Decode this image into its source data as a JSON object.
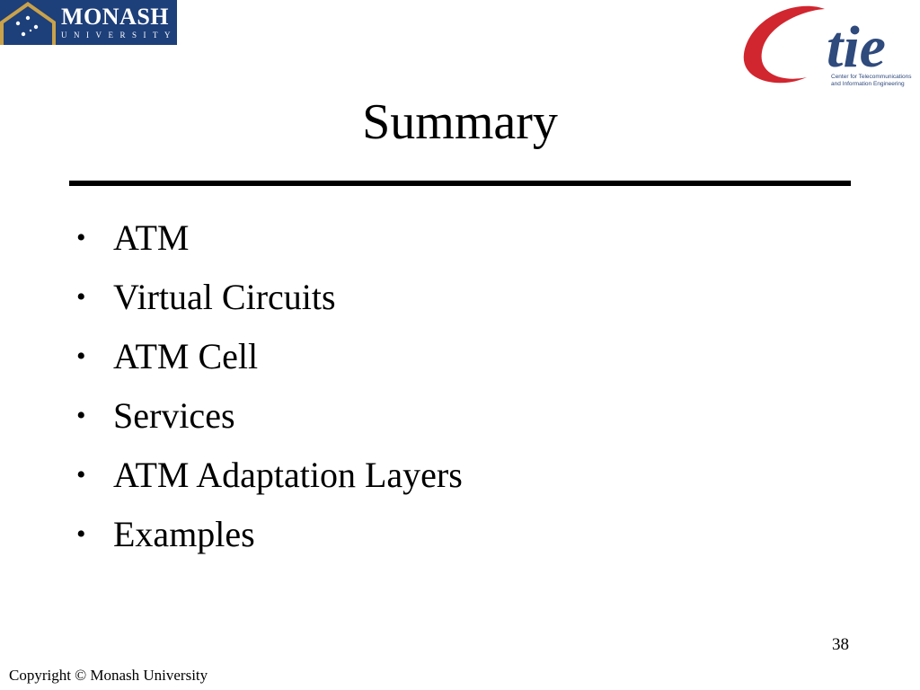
{
  "logos": {
    "monash": {
      "name": "MONASH",
      "subtitle": "UNIVERSITY",
      "colors": {
        "background": "#1d3f7a",
        "accent": "#c9a24a",
        "text": "#ffffff"
      }
    },
    "ctie": {
      "mark": "Ctie",
      "subtitle_line1": "Center for Telecommunications",
      "subtitle_line2": "and Information Engineering",
      "colors": {
        "c_red": "#d1262f",
        "tie_blue": "#2f4a7c"
      }
    }
  },
  "slide": {
    "title": "Summary",
    "bullets": [
      "ATM",
      "Virtual Circuits",
      "ATM Cell",
      "Services",
      "ATM Adaptation Layers",
      "Examples"
    ],
    "bullet_glyph": "•",
    "page_number": "38"
  },
  "footer": {
    "copyright": "Copyright © Monash University"
  }
}
